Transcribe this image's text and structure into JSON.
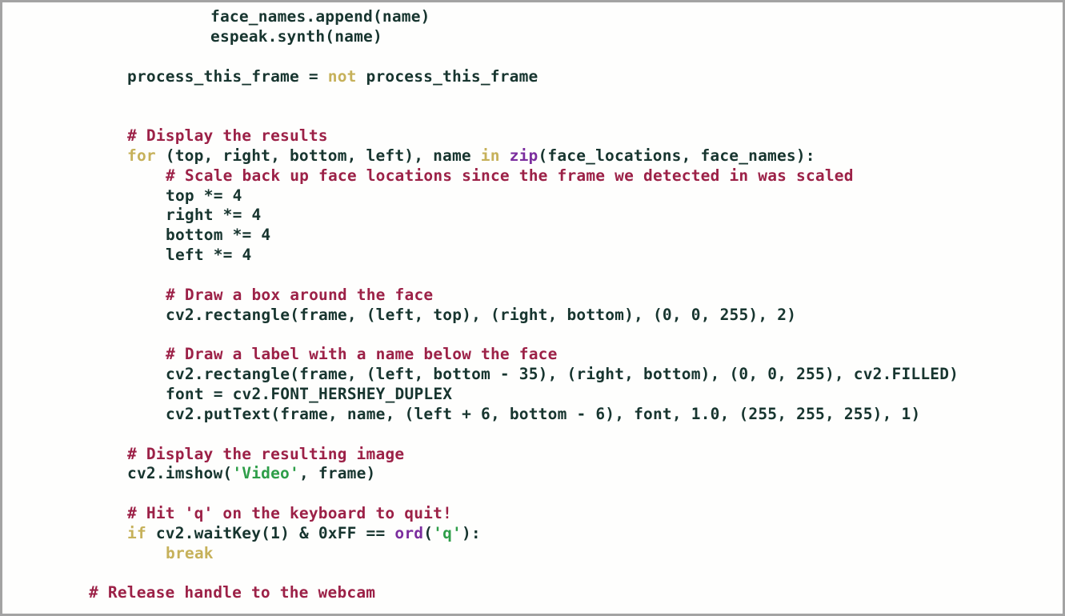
{
  "window": {
    "kind": "code-screenshot",
    "language": "Python",
    "border_color": "#a3a3a3",
    "background_color": "#fefefd"
  },
  "theme": {
    "plain": "#17352f",
    "comment": "#9c2147",
    "keyword": "#c6b15a",
    "builtin": "#7b2d9e",
    "string": "#2e9e49",
    "number": "#17352f"
  },
  "code": {
    "lines": [
      {
        "indent": 152,
        "tokens": [
          {
            "t": "face_names.append(name)",
            "c": "plain"
          }
        ]
      },
      {
        "indent": 152,
        "tokens": [
          {
            "t": "espeak.synth(name)",
            "c": "plain"
          }
        ]
      },
      {
        "indent": 0,
        "tokens": []
      },
      {
        "indent": 48,
        "tokens": [
          {
            "t": "process_this_frame ",
            "c": "plain"
          },
          {
            "t": "= ",
            "c": "op"
          },
          {
            "t": "not",
            "c": "keyword"
          },
          {
            "t": " process_this_frame",
            "c": "plain"
          }
        ]
      },
      {
        "indent": 0,
        "tokens": []
      },
      {
        "indent": 0,
        "tokens": []
      },
      {
        "indent": 48,
        "tokens": [
          {
            "t": "# Display the results",
            "c": "comment"
          }
        ]
      },
      {
        "indent": 48,
        "tokens": [
          {
            "t": "for",
            "c": "keyword"
          },
          {
            "t": " (top, right, bottom, left), name ",
            "c": "plain"
          },
          {
            "t": "in",
            "c": "keyword"
          },
          {
            "t": " ",
            "c": "plain"
          },
          {
            "t": "zip",
            "c": "builtin"
          },
          {
            "t": "(face_locations, face_names):",
            "c": "plain"
          }
        ]
      },
      {
        "indent": 96,
        "tokens": [
          {
            "t": "# Scale back up face locations since the frame we detected in was scaled",
            "c": "comment"
          }
        ]
      },
      {
        "indent": 96,
        "tokens": [
          {
            "t": "top ",
            "c": "plain"
          },
          {
            "t": "*= ",
            "c": "op"
          },
          {
            "t": "4",
            "c": "number"
          }
        ]
      },
      {
        "indent": 96,
        "tokens": [
          {
            "t": "right ",
            "c": "plain"
          },
          {
            "t": "*= ",
            "c": "op"
          },
          {
            "t": "4",
            "c": "number"
          }
        ]
      },
      {
        "indent": 96,
        "tokens": [
          {
            "t": "bottom ",
            "c": "plain"
          },
          {
            "t": "*= ",
            "c": "op"
          },
          {
            "t": "4",
            "c": "number"
          }
        ]
      },
      {
        "indent": 96,
        "tokens": [
          {
            "t": "left ",
            "c": "plain"
          },
          {
            "t": "*= ",
            "c": "op"
          },
          {
            "t": "4",
            "c": "number"
          }
        ]
      },
      {
        "indent": 0,
        "tokens": []
      },
      {
        "indent": 96,
        "tokens": [
          {
            "t": "# Draw a box around the face",
            "c": "comment"
          }
        ]
      },
      {
        "indent": 96,
        "tokens": [
          {
            "t": "cv2.rectangle(frame, (left, top), (right, bottom), (",
            "c": "plain"
          },
          {
            "t": "0",
            "c": "number"
          },
          {
            "t": ", ",
            "c": "plain"
          },
          {
            "t": "0",
            "c": "number"
          },
          {
            "t": ", ",
            "c": "plain"
          },
          {
            "t": "255",
            "c": "number"
          },
          {
            "t": "), ",
            "c": "plain"
          },
          {
            "t": "2",
            "c": "number"
          },
          {
            "t": ")",
            "c": "plain"
          }
        ]
      },
      {
        "indent": 0,
        "tokens": []
      },
      {
        "indent": 96,
        "tokens": [
          {
            "t": "# Draw a label with a name below the face",
            "c": "comment"
          }
        ]
      },
      {
        "indent": 96,
        "tokens": [
          {
            "t": "cv2.rectangle(frame, (left, bottom - ",
            "c": "plain"
          },
          {
            "t": "35",
            "c": "number"
          },
          {
            "t": "), (right, bottom), (",
            "c": "plain"
          },
          {
            "t": "0",
            "c": "number"
          },
          {
            "t": ", ",
            "c": "plain"
          },
          {
            "t": "0",
            "c": "number"
          },
          {
            "t": ", ",
            "c": "plain"
          },
          {
            "t": "255",
            "c": "number"
          },
          {
            "t": "), cv2.FILLED)",
            "c": "plain"
          }
        ]
      },
      {
        "indent": 96,
        "tokens": [
          {
            "t": "font = cv2.FONT_HERSHEY_DUPLEX",
            "c": "plain"
          }
        ]
      },
      {
        "indent": 96,
        "tokens": [
          {
            "t": "cv2.putText(frame, name, (left + ",
            "c": "plain"
          },
          {
            "t": "6",
            "c": "number"
          },
          {
            "t": ", bottom - ",
            "c": "plain"
          },
          {
            "t": "6",
            "c": "number"
          },
          {
            "t": "), font, ",
            "c": "plain"
          },
          {
            "t": "1.0",
            "c": "number"
          },
          {
            "t": ", (",
            "c": "plain"
          },
          {
            "t": "255",
            "c": "number"
          },
          {
            "t": ", ",
            "c": "plain"
          },
          {
            "t": "255",
            "c": "number"
          },
          {
            "t": ", ",
            "c": "plain"
          },
          {
            "t": "255",
            "c": "number"
          },
          {
            "t": "), ",
            "c": "plain"
          },
          {
            "t": "1",
            "c": "number"
          },
          {
            "t": ")",
            "c": "plain"
          }
        ]
      },
      {
        "indent": 0,
        "tokens": []
      },
      {
        "indent": 48,
        "tokens": [
          {
            "t": "# Display the resulting image",
            "c": "comment"
          }
        ]
      },
      {
        "indent": 48,
        "tokens": [
          {
            "t": "cv2.imshow(",
            "c": "plain"
          },
          {
            "t": "'Video'",
            "c": "string"
          },
          {
            "t": ", frame)",
            "c": "plain"
          }
        ]
      },
      {
        "indent": 0,
        "tokens": []
      },
      {
        "indent": 48,
        "tokens": [
          {
            "t": "# Hit 'q' on the keyboard to quit!",
            "c": "comment"
          }
        ]
      },
      {
        "indent": 48,
        "tokens": [
          {
            "t": "if",
            "c": "keyword"
          },
          {
            "t": " cv2.waitKey(",
            "c": "plain"
          },
          {
            "t": "1",
            "c": "number"
          },
          {
            "t": ") & ",
            "c": "plain"
          },
          {
            "t": "0xFF",
            "c": "number"
          },
          {
            "t": " == ",
            "c": "op"
          },
          {
            "t": "ord",
            "c": "builtin"
          },
          {
            "t": "(",
            "c": "plain"
          },
          {
            "t": "'q'",
            "c": "string"
          },
          {
            "t": "):",
            "c": "plain"
          }
        ]
      },
      {
        "indent": 96,
        "tokens": [
          {
            "t": "break",
            "c": "keyword"
          }
        ]
      },
      {
        "indent": 0,
        "tokens": []
      },
      {
        "indent": 0,
        "tokens": [
          {
            "t": "# Release handle to the webcam",
            "c": "comment"
          }
        ]
      }
    ]
  }
}
